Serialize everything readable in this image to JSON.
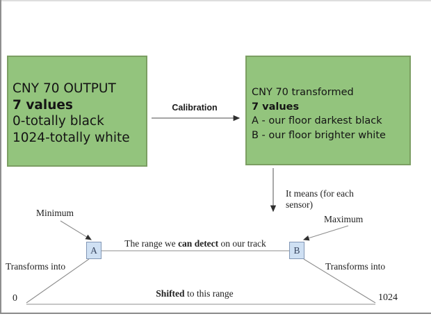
{
  "colors": {
    "green_box_fill": "#93c47d",
    "green_box_border": "#7b9e62",
    "node_fill": "#cfe0f3",
    "node_border": "#8196b5",
    "line_gray": "#8c8c8c",
    "arrow_dark": "#2f2f2f",
    "text": "#1f1f1f"
  },
  "left_box": {
    "line1": "CNY 70 OUTPUT",
    "line2": "7 values",
    "line3": "0-totally black",
    "line4": "1024-totally white"
  },
  "right_box": {
    "line1": "CNY 70 transformed",
    "line2": "7 values",
    "line3": "A - our floor darkest black",
    "line4": "B - our floor brighter white"
  },
  "calibration_label": "Calibration",
  "it_means_label": "It means (for each sensor)",
  "minimum_label": "Minimum",
  "maximum_label": "Maximum",
  "node_a": "A",
  "node_b": "B",
  "range_label": {
    "pre": "The range we ",
    "bold": "can detect",
    "post": " on our track"
  },
  "transforms_left": "Transforms into",
  "transforms_right": "Transforms into",
  "shifted_label": {
    "bold": "Shifted",
    "post": " to this range"
  },
  "scale_min": "0",
  "scale_max": "1024"
}
